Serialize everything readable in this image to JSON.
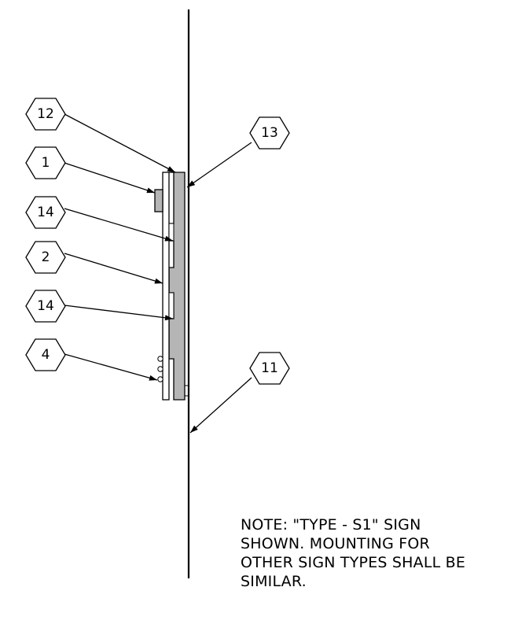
{
  "callouts": {
    "c12": "12",
    "c1": "1",
    "c14a": "14",
    "c2": "2",
    "c14b": "14",
    "c4": "4",
    "c13": "13",
    "c11": "11"
  },
  "note": {
    "line1": "NOTE: \"TYPE - S1\" SIGN",
    "line2": "SHOWN. MOUNTING FOR",
    "line3": "OTHER SIGN TYPES SHALL BE",
    "line4": "SIMILAR."
  },
  "colors": {
    "line": "#000000",
    "backer_fill": "#b5b5b5",
    "panel_fill": "#ffffff"
  }
}
